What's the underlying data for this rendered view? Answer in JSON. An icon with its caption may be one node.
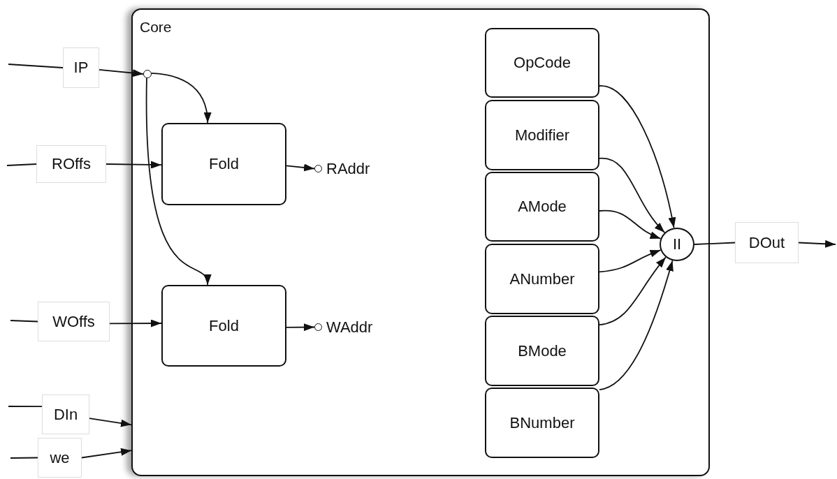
{
  "diagram": {
    "nodes": [
      {
        "text": [
          "Core"
        ]
      },
      {
        "text": [
          "IP"
        ]
      },
      {
        "text": [
          "ROffs"
        ]
      },
      {
        "text": [
          "WOffs"
        ]
      },
      {
        "text": [
          "DIn"
        ]
      },
      {
        "text": [
          "we"
        ]
      },
      {
        "text": [],
        "shape": "circle",
        "in": 0
      },
      {
        "text": [
          "Fold"
        ],
        "in": 0
      },
      {
        "text": [
          "Fold"
        ],
        "in": 0
      },
      {
        "text": [],
        "shape": "circle",
        "in": 0,
        "beside": [
          "RAddr"
        ]
      },
      {
        "text": [],
        "shape": "circle",
        "in": 0,
        "beside": [
          "WAddr"
        ]
      },
      {
        "text": [
          "OpCode"
        ],
        "in": 0
      },
      {
        "text": [
          "Modifier"
        ],
        "in": 0
      },
      {
        "text": [
          "AMode"
        ],
        "in": 0
      },
      {
        "text": [
          "ANumber"
        ],
        "in": 0
      },
      {
        "text": [
          "BMode"
        ],
        "in": 0
      },
      {
        "text": [
          "BNumber"
        ],
        "in": 0
      },
      {
        "text": [
          "II"
        ],
        "in": 0
      },
      {
        "text": [
          "DOut"
        ]
      }
    ],
    "edges": [
      {
        "from": null,
        "to": 1,
        "arrow": "none"
      },
      {
        "from": 1,
        "to": 6,
        "arrow": "to"
      },
      {
        "from": 6,
        "to": 7,
        "arrow": "to"
      },
      {
        "from": 6,
        "to": 8,
        "arrow": "to"
      },
      {
        "from": null,
        "to": 2,
        "arrow": "none"
      },
      {
        "from": 2,
        "to": 7,
        "arrow": "to"
      },
      {
        "from": null,
        "to": 3,
        "arrow": "none"
      },
      {
        "from": 3,
        "to": 8,
        "arrow": "to"
      },
      {
        "from": null,
        "to": 4,
        "arrow": "none"
      },
      {
        "from": 4,
        "to": 0,
        "arrow": "to"
      },
      {
        "from": null,
        "to": 5,
        "arrow": "none"
      },
      {
        "from": 5,
        "to": 0,
        "arrow": "to"
      },
      {
        "from": 7,
        "to": 9,
        "arrow": "to"
      },
      {
        "from": 8,
        "to": 10,
        "arrow": "to"
      },
      {
        "from": 11,
        "to": 17,
        "arrow": "to"
      },
      {
        "from": 12,
        "to": 17,
        "arrow": "to"
      },
      {
        "from": 13,
        "to": 17,
        "arrow": "to"
      },
      {
        "from": 14,
        "to": 17,
        "arrow": "to"
      },
      {
        "from": 15,
        "to": 17,
        "arrow": "to"
      },
      {
        "from": 16,
        "to": 17,
        "arrow": "to"
      },
      {
        "from": 17,
        "to": 18,
        "arrow": "none"
      },
      {
        "from": 18,
        "to": null,
        "arrow": "to"
      }
    ]
  }
}
